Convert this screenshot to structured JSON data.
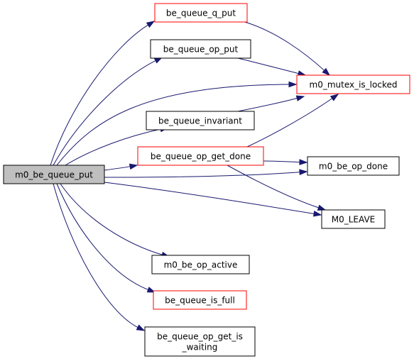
{
  "graph": {
    "colors": {
      "edge": "#191970",
      "root_fill": "#bfbfbf",
      "default_border": "#000000",
      "documented_border": "#ff0000",
      "node_fill": "#ffffff"
    },
    "nodes": [
      {
        "id": "m0_be_queue_put",
        "lines": [
          "m0_be_queue_put"
        ],
        "style": "root"
      },
      {
        "id": "be_queue_q_put",
        "lines": [
          "be_queue_q_put"
        ],
        "style": "red"
      },
      {
        "id": "be_queue_op_put",
        "lines": [
          "be_queue_op_put"
        ],
        "style": "black"
      },
      {
        "id": "m0_mutex_is_locked",
        "lines": [
          "m0_mutex_is_locked"
        ],
        "style": "red"
      },
      {
        "id": "be_queue_invariant",
        "lines": [
          "be_queue_invariant"
        ],
        "style": "black"
      },
      {
        "id": "be_queue_op_get_done",
        "lines": [
          "be_queue_op_get_done"
        ],
        "style": "red"
      },
      {
        "id": "m0_be_op_done",
        "lines": [
          "m0_be_op_done"
        ],
        "style": "black"
      },
      {
        "id": "M0_LEAVE",
        "lines": [
          "M0_LEAVE"
        ],
        "style": "black"
      },
      {
        "id": "m0_be_op_active",
        "lines": [
          "m0_be_op_active"
        ],
        "style": "black"
      },
      {
        "id": "be_queue_is_full",
        "lines": [
          "be_queue_is_full"
        ],
        "style": "red"
      },
      {
        "id": "be_queue_op_get_is_waiting",
        "lines": [
          "be_queue_op_get_is",
          "_waiting"
        ],
        "style": "black"
      }
    ],
    "edges": [
      {
        "from": "m0_be_queue_put",
        "to": "be_queue_q_put"
      },
      {
        "from": "m0_be_queue_put",
        "to": "be_queue_op_put"
      },
      {
        "from": "m0_be_queue_put",
        "to": "m0_mutex_is_locked"
      },
      {
        "from": "m0_be_queue_put",
        "to": "be_queue_invariant"
      },
      {
        "from": "m0_be_queue_put",
        "to": "be_queue_op_get_done"
      },
      {
        "from": "m0_be_queue_put",
        "to": "m0_be_op_done"
      },
      {
        "from": "m0_be_queue_put",
        "to": "M0_LEAVE"
      },
      {
        "from": "m0_be_queue_put",
        "to": "m0_be_op_active"
      },
      {
        "from": "m0_be_queue_put",
        "to": "be_queue_is_full"
      },
      {
        "from": "m0_be_queue_put",
        "to": "be_queue_op_get_is_waiting"
      },
      {
        "from": "be_queue_q_put",
        "to": "m0_mutex_is_locked"
      },
      {
        "from": "be_queue_op_put",
        "to": "m0_mutex_is_locked"
      },
      {
        "from": "be_queue_invariant",
        "to": "m0_mutex_is_locked"
      },
      {
        "from": "be_queue_op_get_done",
        "to": "m0_mutex_is_locked"
      },
      {
        "from": "be_queue_op_get_done",
        "to": "m0_be_op_done"
      },
      {
        "from": "be_queue_op_get_done",
        "to": "M0_LEAVE"
      }
    ]
  }
}
